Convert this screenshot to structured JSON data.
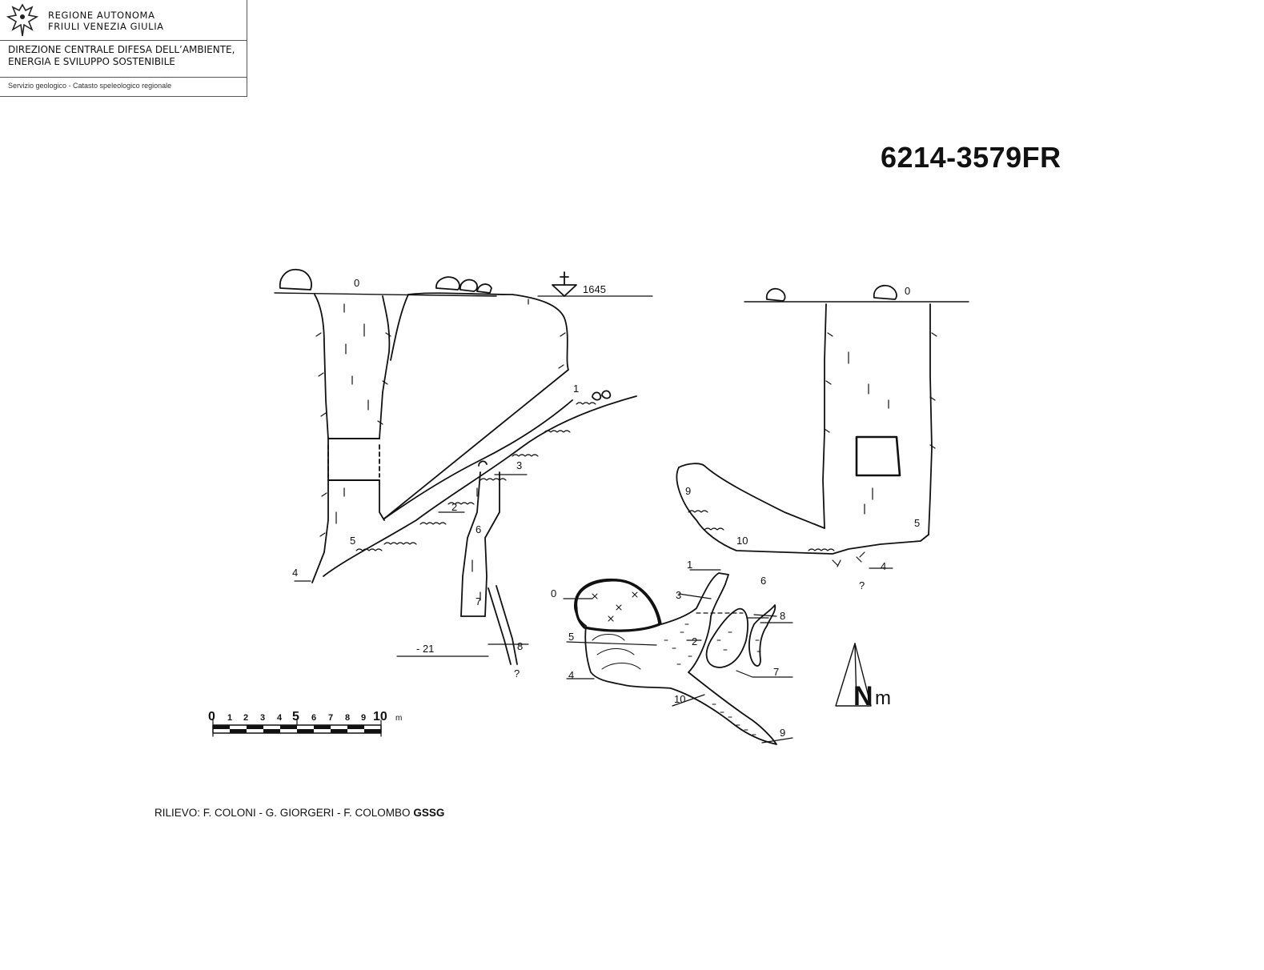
{
  "header": {
    "region_line1": "REGIONE AUTONOMA",
    "region_line2": "FRIULI VENEZIA GIULIA",
    "direction_line1": "DIREZIONE CENTRALE DIFESA DELL’AMBIENTE,",
    "direction_line2": "ENERGIA E SVILUPPO SOSTENIBILE",
    "service": "Servizio geologico - Catasto speleologico regionale",
    "logo_icon": "eagle-icon"
  },
  "cave_code": "6214-3579FR",
  "section_left": {
    "elevation": "1645",
    "depth": "- 21",
    "stations": [
      "0",
      "1",
      "2",
      "3",
      "4",
      "5",
      "6",
      "7",
      "8"
    ],
    "unknown": "?"
  },
  "section_right": {
    "stations": [
      "0",
      "4",
      "5",
      "9",
      "10"
    ],
    "unknown": "?"
  },
  "plan": {
    "stations": [
      "0",
      "1",
      "2",
      "3",
      "4",
      "5",
      "6",
      "7",
      "8",
      "9",
      "10"
    ]
  },
  "north": {
    "letter": "N",
    "suffix": "m"
  },
  "scale": {
    "ticks": [
      "0",
      "1",
      "2",
      "3",
      "4",
      "5",
      "6",
      "7",
      "8",
      "9",
      "10"
    ],
    "unit": "m"
  },
  "credits": {
    "text": "RILIEVO: F. COLONI - G. GIORGERI - F. COLOMBO",
    "group": "GSSG"
  }
}
